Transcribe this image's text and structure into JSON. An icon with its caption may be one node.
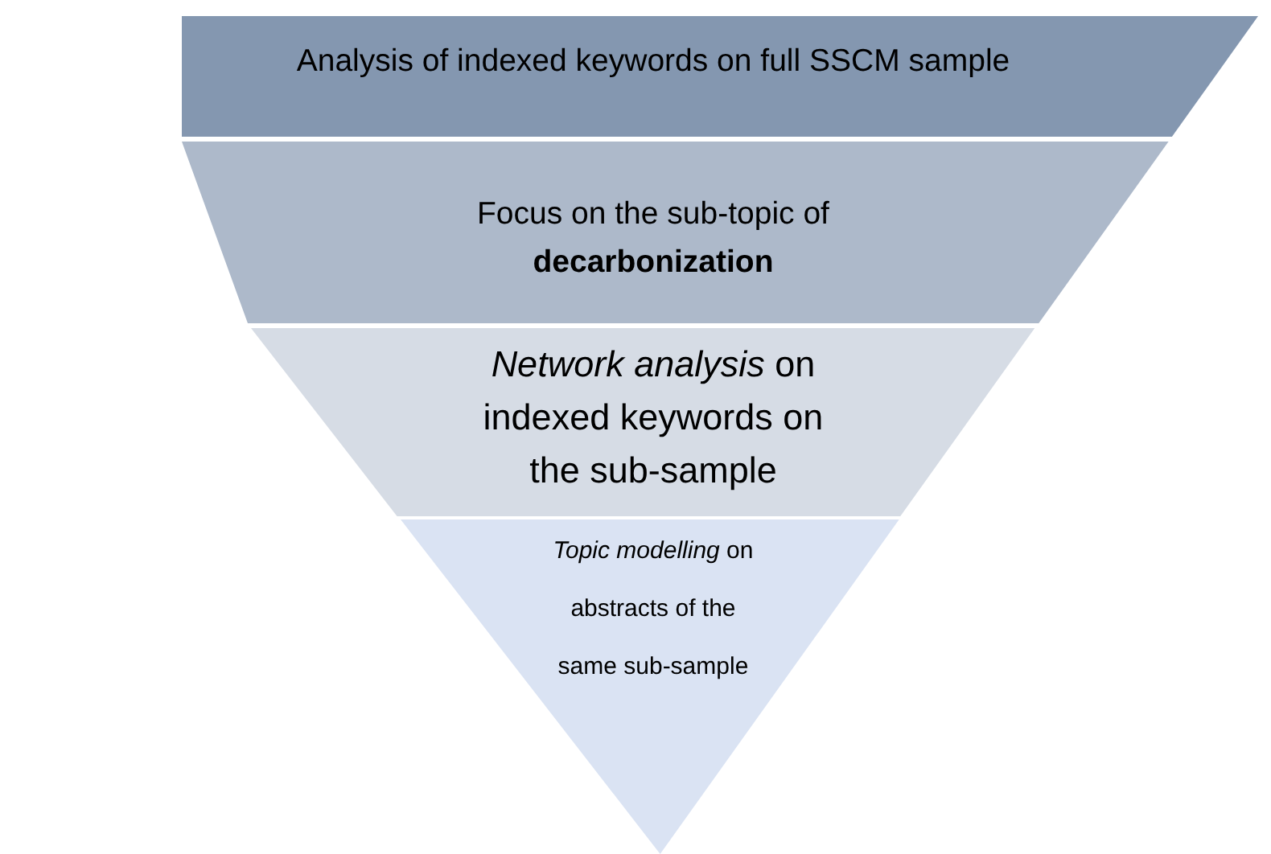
{
  "diagram": {
    "nodes": [
      {
        "text": [
          "Analysis of indexed keywords on full SSCM sample"
        ]
      },
      {
        "text": [
          "Focus on the sub-topic of **decarbonization**"
        ]
      },
      {
        "text": [
          "*Network analysis* on indexed keywords on the sub-sample"
        ]
      },
      {
        "text": [
          "*Topic modelling* on abstracts of the same sub-sample"
        ]
      }
    ]
  }
}
